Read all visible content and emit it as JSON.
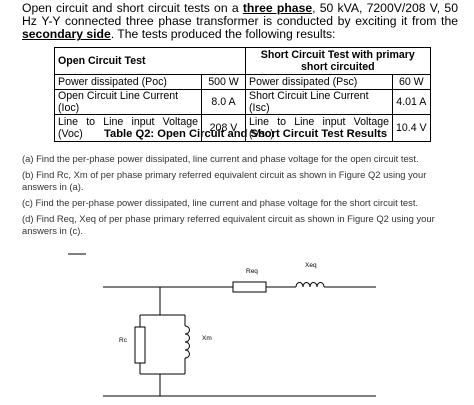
{
  "intro": {
    "p1": "Open circuit and short circuit tests on a ",
    "u1": "three phase",
    "p2": ", 50 kVA, 7200V/208 V, 50 Hz Y-Y connected three phase transformer is conducted by exciting it from the ",
    "u2": "secondary side",
    "p3": ". The tests produced the following results:"
  },
  "table": {
    "oc_header": "Open Circuit Test",
    "sc_header": "Short Circuit Test with primary short circuited",
    "rows": [
      {
        "oc_label": "Power dissipated (Poc)",
        "oc_value": "500 W",
        "sc_label": "Power dissipated (Psc)",
        "sc_value": "60 W"
      },
      {
        "oc_label": "Open Circuit Line Current (Ioc)",
        "oc_value": "8.0 A",
        "sc_label": "Short Circuit Line Current (Isc)",
        "sc_value": "4.01 A"
      },
      {
        "oc_label": "Line to Line input Voltage (Voc)",
        "oc_value": "208 V",
        "sc_label": "Line to Line input Voltage (Vsc)",
        "sc_value": "10.4 V"
      }
    ]
  },
  "caption": "Table Q2: Open Circuit and Short Circuit Test Results",
  "questions": {
    "a": "(a) Find the per-phase power dissipated, line current and phase voltage for the open circuit test.",
    "b": "(b) Find Rc, Xm of per phase primary referred equivalent circuit as shown in Figure Q2 using your answers in (a).",
    "c": "(c) Find the per-phase power dissipated, line current and phase voltage for the short circuit test.",
    "d": "(d) Find Req, Xeq of per phase primary referred equivalent circuit as shown in Figure Q2 using your answers in (c)."
  },
  "circuit": {
    "req_label": "Req",
    "xeq_label": "Xeq",
    "rc_label": "Rc",
    "xm_label": "Xm"
  }
}
